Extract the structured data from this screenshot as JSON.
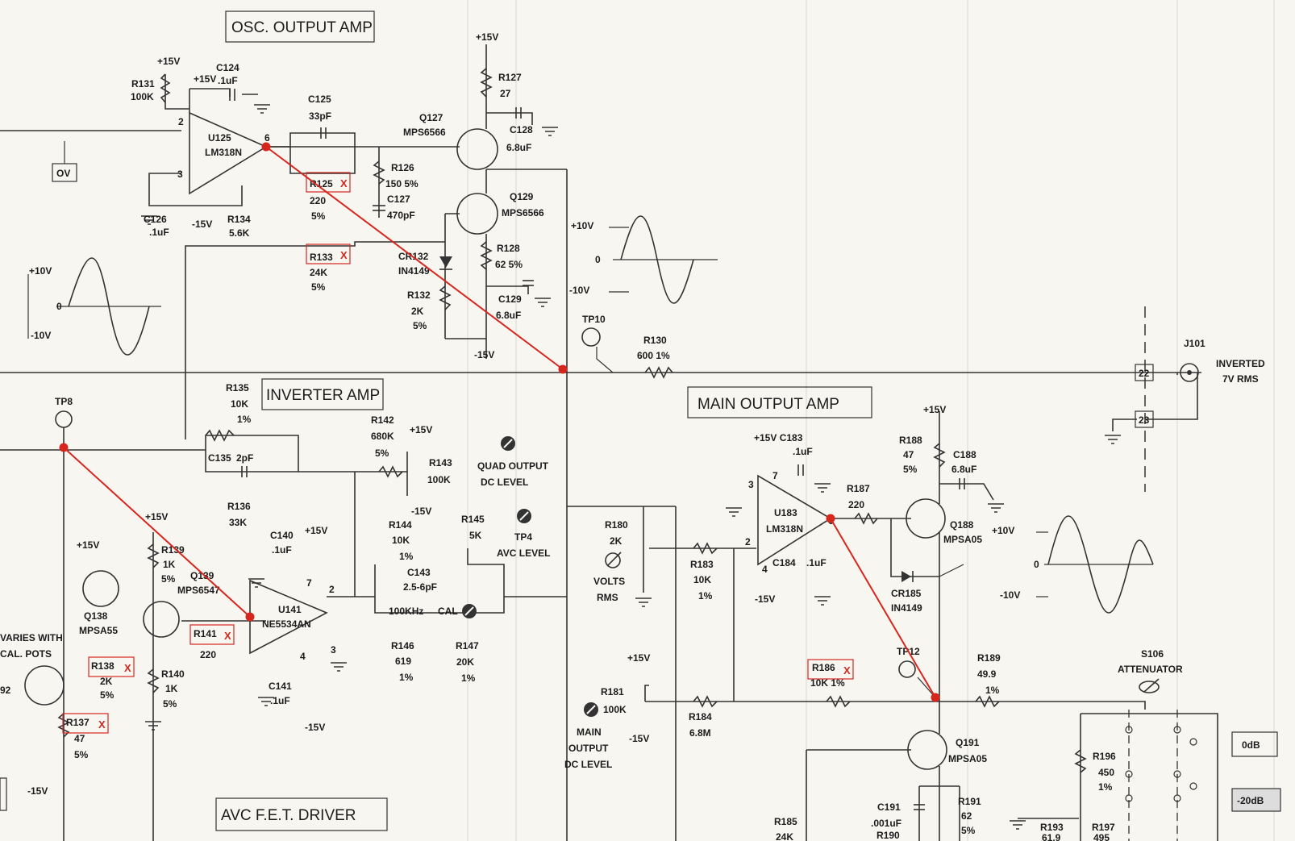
{
  "sections": {
    "osc_output_amp": "OSC. OUTPUT AMP",
    "inverter_amp": "INVERTER AMP",
    "main_output_amp": "MAIN OUTPUT AMP",
    "avc_fet_driver": "AVC F.E.T. DRIVER"
  },
  "rails": {
    "pos15": "+15V",
    "neg15": "-15V",
    "pos15_c": "+15V C183"
  },
  "waveforms": {
    "pos10": "+10V",
    "zero": "0",
    "neg10": "-10V"
  },
  "ov_box": "OV",
  "components": {
    "r131": "R131",
    "r131_v": "100K",
    "c124": "C124",
    "c124_v": ".1uF",
    "u125": "U125",
    "u125_v": "LM318N",
    "c125": "C125",
    "c125_v": "33pF",
    "r125": "R125",
    "r125_v": "220",
    "r125_t": "5%",
    "r133": "R133",
    "r133_v": "24K",
    "r133_t": "5%",
    "c126": "C126",
    "c126_v": ".1uF",
    "r134": "R134",
    "r134_v": "5.6K",
    "q127": "Q127",
    "q127_v": "MPS6566",
    "r127": "R127",
    "r127_v": "27",
    "c128": "C128",
    "c128_v": "6.8uF",
    "r126": "R126",
    "r126_v": "150 5%",
    "c127": "C127",
    "c127_v": "470pF",
    "q129": "Q129",
    "q129_v": "MPS6566",
    "cr132": "CR132",
    "cr132_v": "IN4149",
    "r128": "R128",
    "r128_v": "62 5%",
    "r132": "R132",
    "r132_v": "2K",
    "r132_t": "5%",
    "c129": "C129",
    "c129_v": "6.8uF",
    "tp10": "TP10",
    "r130": "R130",
    "r130_v": "600 1%",
    "j101": "J101",
    "inverted": "INVERTED",
    "inverted_v": "7V RMS",
    "pin22": "22",
    "pin23": "23",
    "tp8": "TP8",
    "r135": "R135",
    "r135_v": "10K",
    "r135_t": "1%",
    "c135": "C135",
    "c135_v": "2pF",
    "r136": "R136",
    "r136_v": "33K",
    "r142": "R142",
    "r142_v": "680K",
    "r142_t": "5%",
    "r143": "R143",
    "r143_v": "100K",
    "quad_output": "QUAD OUTPUT",
    "dc_level": "DC LEVEL",
    "tp4": "TP4",
    "avc_level": "AVC LEVEL",
    "r145": "R145",
    "r145_v": "5K",
    "r144": "R144",
    "r144_v": "10K",
    "r144_t": "1%",
    "c143": "C143",
    "c143_v": "2.5-6pF",
    "cal_freq": "100KHz",
    "cal": "CAL",
    "r146": "R146",
    "r146_v": "619",
    "r146_t": "1%",
    "r147": "R147",
    "r147_v": "20K",
    "r147_t": "1%",
    "c140": "C140",
    "c140_v": ".1uF",
    "u141": "U141",
    "u141_v": "NE5534AN",
    "c141": "C141",
    "c141_v": ".1uF",
    "r141": "R141",
    "r141_v": "220",
    "q139": "Q139",
    "q139_v": "MPS6547",
    "r139": "R139",
    "r139_v": "1K",
    "r139_t": "5%",
    "q138": "Q138",
    "q138_v": "MPSA55",
    "r138": "R138",
    "r138_v": "2K",
    "r138_t": "5%",
    "r140": "R140",
    "r140_v": "1K",
    "r140_t": "5%",
    "r137": "R137",
    "r137_v": "47",
    "r137_t": "5%",
    "varies_with": "VARIES WITH",
    "cal_pots": "CAL. POTS",
    "q_ref": "92",
    "r180": "R180",
    "r180_v": "2K",
    "volts": "VOLTS",
    "rms": "RMS",
    "r183": "R183",
    "r183_v": "10K",
    "r183_t": "1%",
    "u183": "U183",
    "u183_v": "LM318N",
    "c184": "C184",
    "c184_v": ".1uF",
    "r187": "R187",
    "r187_v": "220",
    "r188": "R188",
    "r188_v": "47",
    "r188_t": "5%",
    "c188": "C188",
    "c188_v": "6.8uF",
    "q188": "Q188",
    "q188_v": "MPSA05",
    "cr185": "CR185",
    "cr185_v": "IN4149",
    "r181": "R181",
    "r181_v": "100K",
    "main_output": "MAIN",
    "main_output_2": "OUTPUT",
    "main_output_3": "DC LEVEL",
    "r184": "R184",
    "r184_v": "6.8M",
    "r186": "R186",
    "r186_v": "10K 1%",
    "tp12": "TP12",
    "r189": "R189",
    "r189_v": "49.9",
    "r189_t": "1%",
    "s106": "S106",
    "s106_v": "ATTENUATOR",
    "q191": "Q191",
    "q191_v": "MPSA05",
    "c191": "C191",
    "c191_v": ".001uF",
    "r191": "R191",
    "r191_v": "62",
    "r191_t": "5%",
    "r190": "R190",
    "r185": "R185",
    "r185_v": "24K",
    "r196": "R196",
    "r196_v": "450",
    "r196_t": "1%",
    "r193": "R193",
    "r193_v": "61.9",
    "r197": "R197",
    "r197_v": "495",
    "odb": "0dB",
    "m20db": "-20dB"
  },
  "marked_x": "X",
  "colors": {
    "marker": "#d7261e",
    "ink": "#1c1c1c",
    "paper": "#f7f6f1"
  }
}
